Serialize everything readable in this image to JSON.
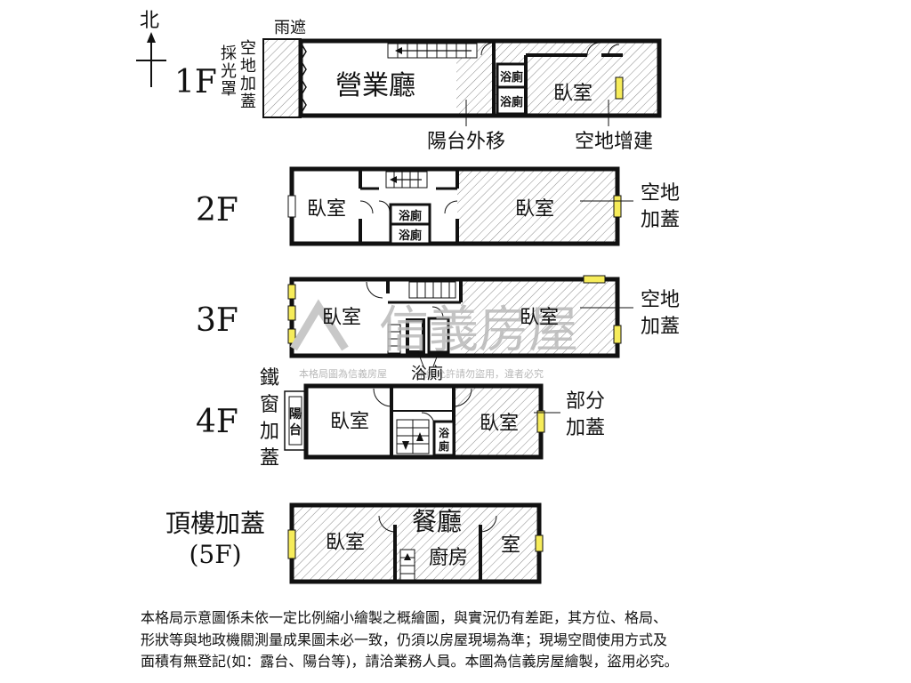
{
  "compass": {
    "north": "北"
  },
  "floors": {
    "f1": {
      "label": "1F",
      "rain_cover": "雨遮",
      "skylight": [
        "採",
        "光",
        "罩"
      ],
      "open_cover": [
        "空",
        "地",
        "加",
        "蓋"
      ],
      "business_hall": "營業廳",
      "bath_a": "浴廁",
      "bath_b": "浴廁",
      "bedroom": "臥室",
      "balcony_moved": "陽台外移",
      "open_extension": "空地增建"
    },
    "f2": {
      "label": "2F",
      "bedroom_left": "臥室",
      "bath_a": "浴廁",
      "bath_b": "浴廁",
      "bedroom_right": "臥室",
      "annot": [
        "空地",
        "加蓋"
      ]
    },
    "f3": {
      "label": "3F",
      "bedroom_left": "臥室",
      "bedroom_right": "臥室",
      "bath": "浴廁",
      "annot": [
        "空地",
        "加蓋"
      ]
    },
    "f4": {
      "label": "4F",
      "iron_window": [
        "鐵",
        "窗",
        "加",
        "蓋"
      ],
      "balcony": [
        "陽",
        "台"
      ],
      "bedroom_left": "臥室",
      "bath": [
        "浴",
        "廁"
      ],
      "bedroom_right": "臥室",
      "annot": [
        "部分",
        "加蓋"
      ]
    },
    "f5": {
      "label": "頂樓加蓋",
      "sub": "(5F)",
      "bedroom": "臥室",
      "dining": "餐廳",
      "kitchen": "廚房",
      "room": "室"
    }
  },
  "watermark": {
    "brand": "信義房屋",
    "notice": "本格局圖為信義房屋　　　未經允許請勿盜用，違者必究"
  },
  "disclaimer": [
    "本格局示意圖係未依一定比例縮小繪製之概繪圖，與實況仍有差距，其方位、格局、",
    "形狀等與地政機關測量成果圖未必一致，仍須以房屋現場為準；現場空間使用方式及",
    "面積有無登記(如：露台、陽台等)，請洽業務人員。本圖為信義房屋繪製，盜用必究。"
  ]
}
